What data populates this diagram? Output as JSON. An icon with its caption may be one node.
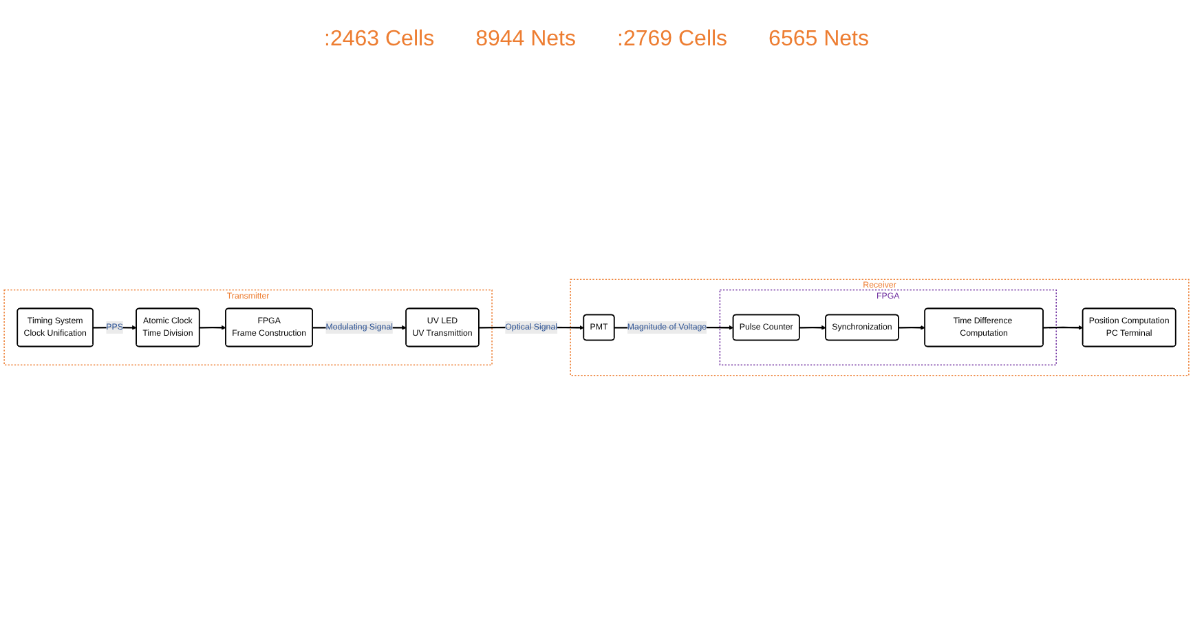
{
  "diagram": {
    "nodes": [
      {
        "text": [
          "Transmitter"
        ]
      },
      {
        "text": [
          "Timing System",
          "Clock Unification"
        ],
        "in": 0
      },
      {
        "text": [
          "Atomic Clock",
          "Time Division"
        ],
        "in": 0
      },
      {
        "text": [
          "FPGA",
          "Frame Construction"
        ],
        "in": 0
      },
      {
        "text": [
          "UV LED",
          "UV Transmittion"
        ],
        "in": 0
      },
      {
        "text": [
          "Receiver"
        ]
      },
      {
        "text": [
          "PMT"
        ],
        "in": 5
      },
      {
        "text": [
          "FPGA"
        ],
        "in": 5
      },
      {
        "text": [
          "Pulse Counter"
        ],
        "in": 7
      },
      {
        "text": [
          "Synchronization"
        ],
        "in": 7
      },
      {
        "text": [
          "Time Difference Computation"
        ],
        "in": 7
      },
      {
        "text": [
          "Position Computation",
          "PC Terminal"
        ],
        "in": 5
      }
    ],
    "edges": [
      {
        "from": 1,
        "to": 2,
        "arrow": "to",
        "label": "PPS"
      },
      {
        "from": 2,
        "to": 3,
        "arrow": "to"
      },
      {
        "from": 3,
        "to": 4,
        "arrow": "to",
        "label": "Modulating Signal"
      },
      {
        "from": 4,
        "to": 6,
        "arrow": "to",
        "label": "Optical Signal"
      },
      {
        "from": 6,
        "to": 8,
        "arrow": "to",
        "label": "Magnitude of Voltage"
      },
      {
        "from": 8,
        "to": 9,
        "arrow": "to"
      },
      {
        "from": 9,
        "to": 10,
        "arrow": "to"
      },
      {
        "from": 10,
        "to": 11,
        "arrow": "to"
      }
    ],
    "labels": [
      ":2463 Cells",
      "8944 Nets",
      ":2769 Cells",
      "6565 Nets"
    ]
  }
}
